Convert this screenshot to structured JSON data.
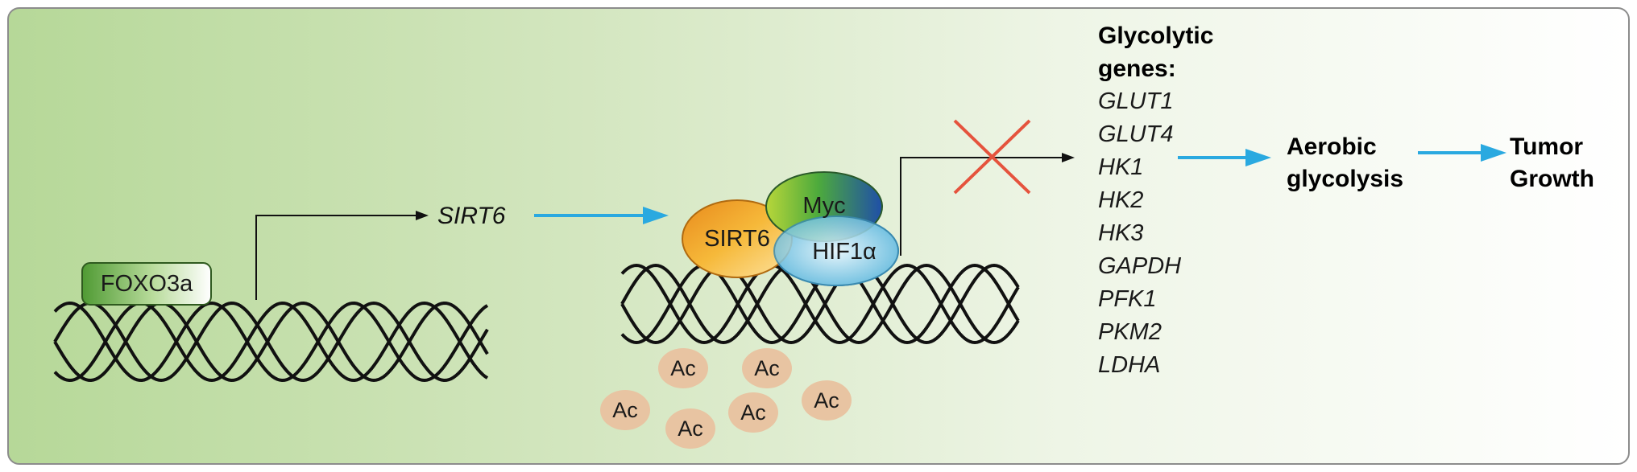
{
  "title": {
    "line1": "Glycolytic",
    "line2": "genes:"
  },
  "nodes": {
    "foxo3a": "FOXO3a",
    "sirt6_gene": "SIRT6",
    "sirt6_protein": "SIRT6",
    "myc": "Myc",
    "hif1a": "HIF1α"
  },
  "genes": [
    "GLUT1",
    "GLUT4",
    "HK1",
    "HK2",
    "HK3",
    "GAPDH",
    "PFK1",
    "PKM2",
    "LDHA"
  ],
  "acetyl_groups": [
    "Ac",
    "Ac",
    "Ac",
    "Ac",
    "Ac",
    "Ac"
  ],
  "outcome1": {
    "line1": "Aerobic",
    "line2": "glycolysis"
  },
  "outcome2": {
    "line1": "Tumor",
    "line2": "Growth"
  },
  "colors": {
    "panel_border": "#8a8a8a",
    "gradient_left": "#b8d99a",
    "gradient_right": "#ffffff",
    "arrow_blue": "#2aa9e0",
    "inhibit_red": "#e5533d",
    "acetyl_fill": "#e8c4a2",
    "foxo3a_green": "#5a9e3a"
  },
  "icons": {
    "inhibition": "red-x-mark",
    "dna": "double-helix"
  }
}
